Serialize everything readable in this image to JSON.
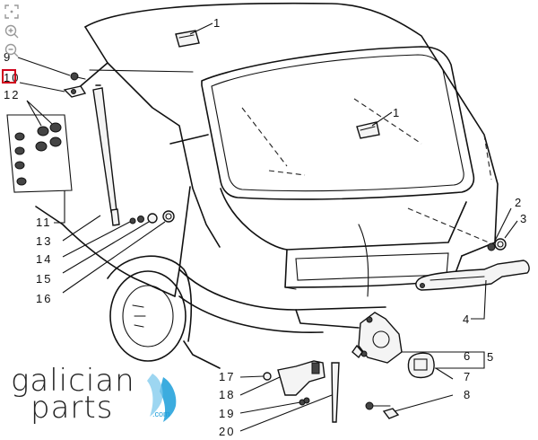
{
  "toolbar": {
    "fit_icon": "fit-screen-icon",
    "zoom_in_icon": "zoom-in-icon",
    "zoom_out_icon": "zoom-out-icon"
  },
  "diagram": {
    "labels": {
      "p1a": "1",
      "p1b": "1",
      "p2": "2",
      "p3": "3",
      "p4": "4",
      "p5": "5",
      "p6": "6",
      "p7": "7",
      "p8": "8",
      "p9": "9",
      "p10": "10",
      "p11": "11",
      "p12": "12",
      "p13": "13",
      "p14": "14",
      "p15": "15",
      "p16": "16",
      "p17": "17",
      "p18": "18",
      "p19": "19",
      "p20": "20"
    },
    "highlight_color": "#d0021b"
  },
  "logo": {
    "line1": "galician",
    "line2": "parts",
    "domain": ".com",
    "accent_color": "#1a9dd9"
  }
}
